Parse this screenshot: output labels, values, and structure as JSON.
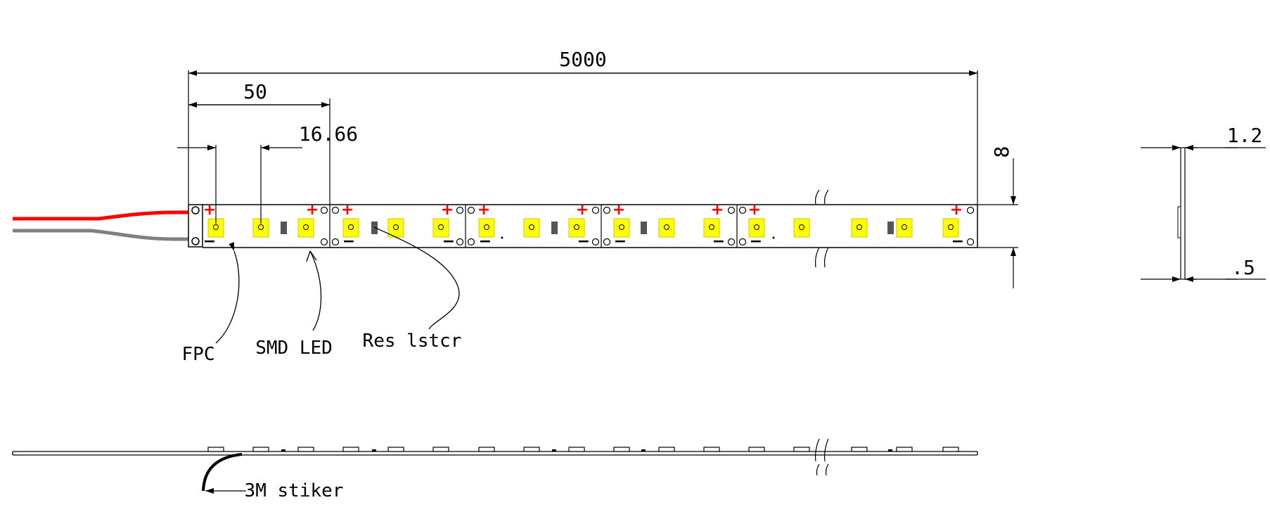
{
  "dimensions": {
    "total_length": "5000",
    "segment_length": "50",
    "led_pitch": "16.66",
    "width": "8",
    "thickness": "1.2",
    "adhesive_thickness": ".5"
  },
  "labels": {
    "fpc": "FPC",
    "smd_led": "SMD LED",
    "resistor": "Res lstcr",
    "adhesive": "3M stiker"
  },
  "polarity": {
    "positive": "+",
    "negative": "−"
  },
  "colors": {
    "line": "#000000",
    "led": "#ffff00",
    "positive": "#ff0000",
    "red_wire": "#ff0000",
    "grey_wire": "#808080",
    "resistor": "#555555"
  }
}
